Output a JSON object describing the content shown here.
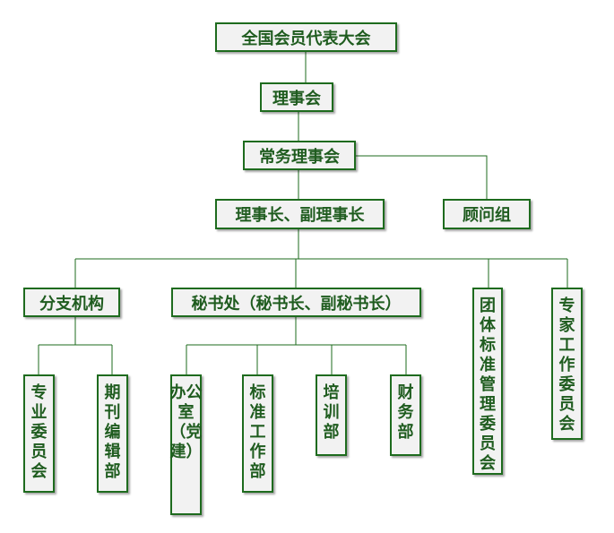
{
  "org": {
    "assembly": "全国会员代表大会",
    "council": "理事会",
    "standing": "常务理事会",
    "president": "理事长、副理事长",
    "advisors": "顾问组",
    "branches": "分支机构",
    "secretariat": "秘书处（秘书长、副秘书长）",
    "standards_committee": "团体标准管理委员会",
    "experts_committee": "专家工作委员会",
    "professional_committees": "专业委员会",
    "journal_editorial": "期刊编辑部",
    "office": "办公室（党建）",
    "standardization": "标准工作部",
    "training": "培训部",
    "finance": "财务部"
  },
  "colors": {
    "border": "#1e6b1e",
    "text": "#1f5c1f",
    "fill": "#f2f2f2",
    "line": "#1e6b1e"
  }
}
